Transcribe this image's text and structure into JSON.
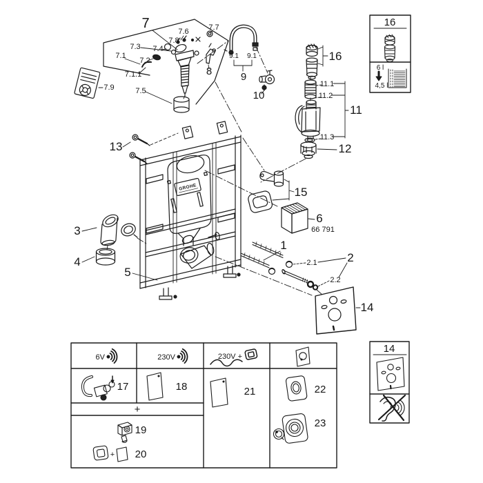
{
  "diagram": {
    "badge": "GROHE",
    "labels": {
      "n1": "1",
      "n2": "2",
      "n2_1": "2.1",
      "n2_2": "2.2",
      "n3": "3",
      "n4": "4",
      "n5": "5",
      "n6": "6",
      "n6_code": "66 791",
      "n7": "7",
      "n7_1": "7.1",
      "n7_1_1": "7.1.1",
      "n7_2": "7.2",
      "n7_3": "7.3",
      "n7_4": "7.4",
      "n7_5": "7.5",
      "n7_6": "7.6",
      "n7_7": "7.7",
      "n7_8": "7.8",
      "n7_9": "7.9",
      "n8": "8",
      "n9": "9",
      "n9_1": "9.1",
      "n10": "10",
      "n11": "11",
      "n11_1": "11.1",
      "n11_2": "11.2",
      "n11_3": "11.3",
      "n12": "12",
      "n13": "13",
      "n14": "14",
      "n15": "15",
      "n16": "16"
    }
  },
  "legend_box_16": {
    "number": "16",
    "volume_full": "6 l",
    "volume_reduced": "4,5 l"
  },
  "legend_box_14": {
    "number": "14"
  },
  "options_table": {
    "header_6v": "6V",
    "header_230v": "230V",
    "header_230v_plus": "230V +",
    "plus_row": "+",
    "plus_inline": "+",
    "item_17": "17",
    "item_18": "18",
    "item_19": "19",
    "item_20": "20",
    "item_21": "21",
    "item_22": "22",
    "item_23": "23"
  },
  "colors": {
    "ink": "#1a1a1a",
    "paper": "#ffffff"
  }
}
